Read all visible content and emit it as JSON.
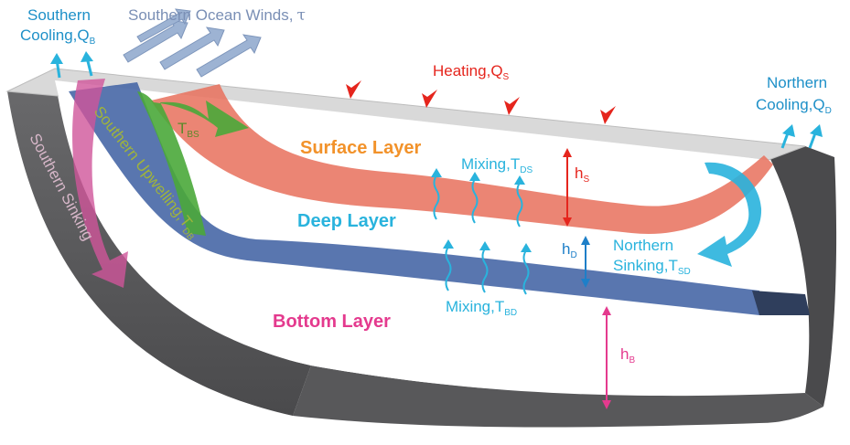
{
  "title": "",
  "colors": {
    "basin": "#5d5d5f",
    "basin_dark": "#3e3e40",
    "top": "#d9d9d9",
    "surface_flow": "#e8705c",
    "deep_flow": "#4b6aa8",
    "upwelling_green": "#4aa83a",
    "sinking_pink": "#d0559a",
    "cyan": "#29b3dd",
    "red": "#e5251d",
    "orange": "#f2922a",
    "magenta": "#e43a8e",
    "wind": "#9db3d3",
    "text_blue": "#1e90c8",
    "text_steel": "#7a8fb5"
  },
  "labels": {
    "southern_cooling": {
      "line1": "Southern",
      "line2": "Cooling,Q",
      "sub": "B"
    },
    "southern_winds": {
      "text": "Southern Ocean Winds,",
      "tau": "τ"
    },
    "heating": {
      "text": "Heating,Q",
      "sub": "S"
    },
    "northern_cooling": {
      "line1": "Northern",
      "line2": "Cooling,Q",
      "sub": "D"
    },
    "t_bs": {
      "text": "T",
      "sub": "BS"
    },
    "surface_layer": "Surface Layer",
    "deep_layer": "Deep Layer",
    "bottom_layer": "Bottom Layer",
    "mixing_ds": {
      "text": "Mixing,T",
      "sub": "DS"
    },
    "mixing_bd": {
      "text": "Mixing,T",
      "sub": "BD"
    },
    "h_s": {
      "text": "h",
      "sub": "S"
    },
    "h_d": {
      "text": "h",
      "sub": "D"
    },
    "h_b": {
      "text": "h",
      "sub": "B"
    },
    "northern_sinking": {
      "line1": "Northern",
      "line2": "Sinking,T",
      "sub": "SD"
    },
    "southern_upwelling": {
      "text": "Southern Upwelling,T",
      "sub": "DB"
    },
    "southern_sinking": "Southern Sinking"
  }
}
